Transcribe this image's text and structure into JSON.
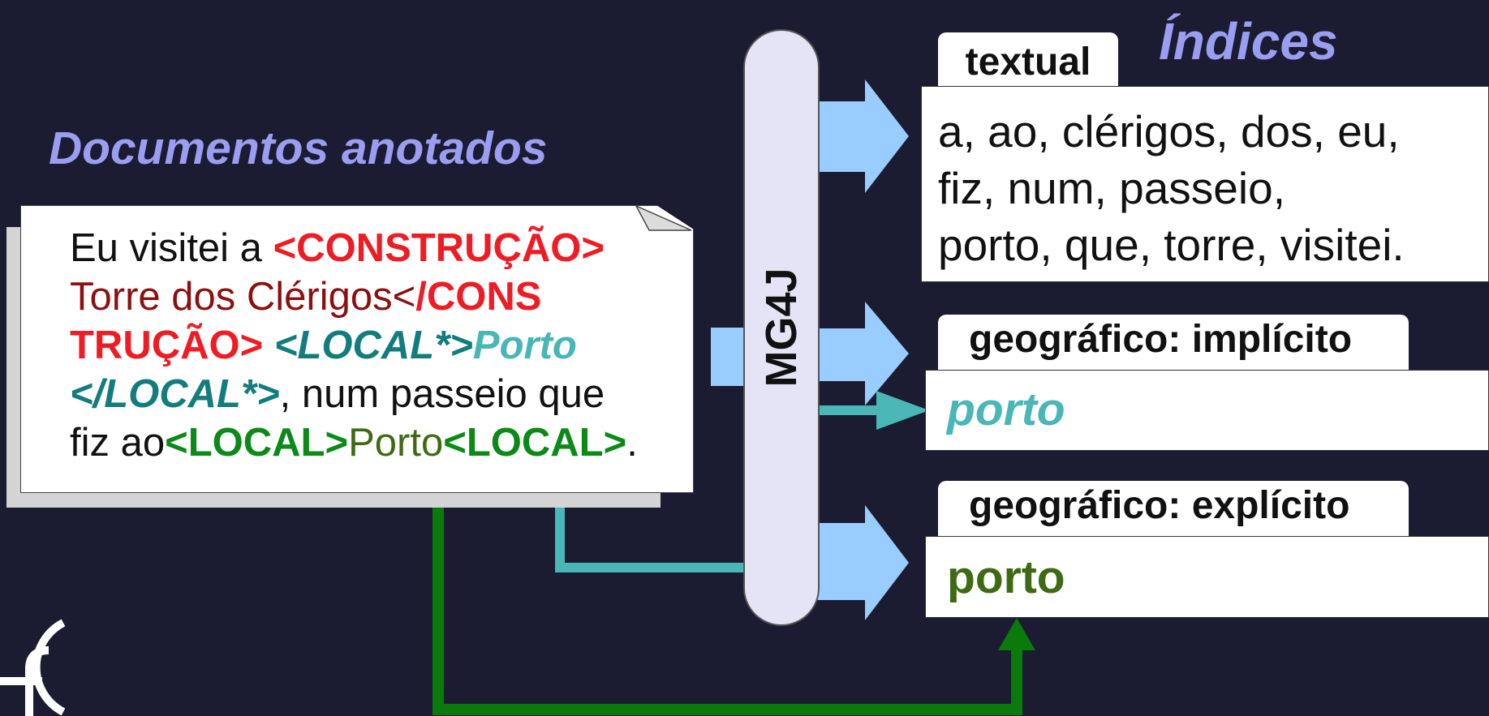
{
  "headings": {
    "documents": "Documentos anotados",
    "indices": "Índices"
  },
  "document": {
    "line1": {
      "plain": "Eu visitei a ",
      "tag_open": "<CONSTRUÇÃO>"
    },
    "line2": {
      "entity": "Torre dos Clérigos",
      "lt": "<",
      "tag_close": "/CONS"
    },
    "line3": {
      "tag_close": "TRUÇÃO>",
      "space": " ",
      "local_open": "<LOCAL*>",
      "local_value": "Porto"
    },
    "line4": {
      "local_close": "</LOCAL*>",
      "plain": ", num passeio que"
    },
    "line5": {
      "plain": "fiz ao",
      "tag_open": "<LOCAL>",
      "value": "Porto",
      "tag_close": "<LOCAL>",
      "period": "."
    }
  },
  "engine": {
    "label": "MG4J"
  },
  "indices": {
    "textual": {
      "tab": "textual",
      "lines": [
        "a, ao, clérigos, dos, eu,",
        "fiz, num, passeio,",
        "porto, que, torre, visitei."
      ]
    },
    "implicit": {
      "tab": "geográfico: implícito",
      "value": "porto"
    },
    "explicit": {
      "tab": "geográfico: explícito",
      "value": "porto"
    }
  },
  "colors": {
    "background": "#1b1b31",
    "heading": "#9a9df0",
    "arrow": "#99ccff",
    "implicit_link": "#4ab6b6",
    "explicit_link": "#0a7a0a",
    "tag_red": "#ee1c24",
    "tag_teal": "#137c7c",
    "tag_green": "#0b8a18"
  }
}
